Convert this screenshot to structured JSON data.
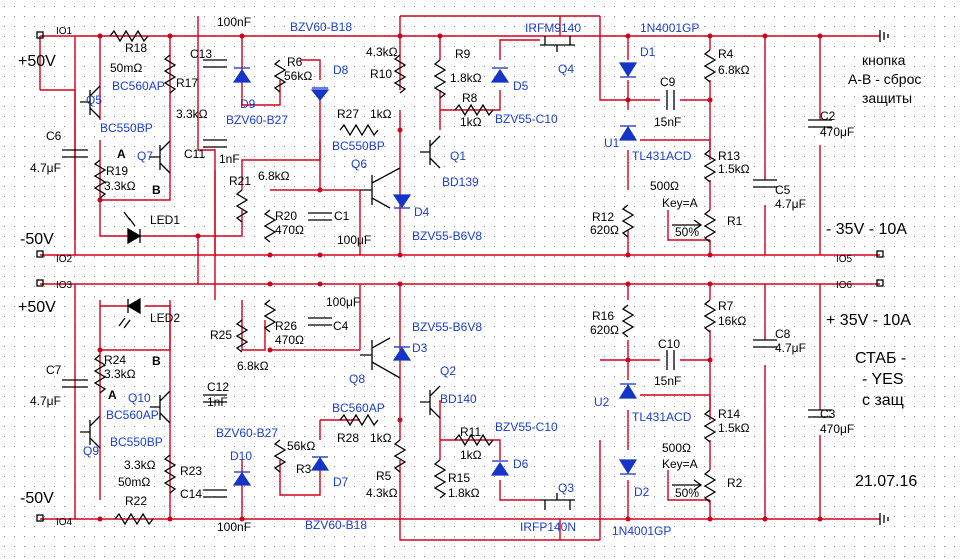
{
  "rails": {
    "pos_in": "+50V",
    "neg_in": "-50V",
    "pos_in_b": "+50V",
    "neg_in_b": "-50V",
    "io1": "IO1",
    "io2": "IO2",
    "io3": "IO3",
    "io4": "IO4",
    "io5": "IO5",
    "io6": "IO6"
  },
  "notes": {
    "button_1": "кнопка",
    "button_2": "A-B - сброс",
    "button_3": "защиты",
    "out_neg": "- 35V - 10A",
    "out_pos": "+ 35V - 10A",
    "stab_1": "СТАБ -",
    "stab_2": "- YES",
    "stab_3": "с защ",
    "date": "21.07.16"
  },
  "top": {
    "r18": "R18",
    "r18_val": "50mΩ",
    "q5": "Q5",
    "q5_type": "BC560AP",
    "r17": "R17",
    "r17_val": "3.3kΩ",
    "c13": "C13",
    "c13_val": "100nF",
    "q7": "Q7",
    "q7_type": "BC550BP",
    "c11": "C11",
    "c11_val": "1nF",
    "c6": "C6",
    "c6_val": "4.7μF",
    "r19": "R19",
    "r19_val": "3.3kΩ",
    "a": "A",
    "b": "B",
    "led1": "LED1",
    "d9": "D9",
    "d9_type": "BZV60-B27",
    "r6": "R6",
    "r6_val": "56kΩ",
    "d8": "D8",
    "d8_type": "BZV60-B18",
    "r27": "R27",
    "r27_val": "1kΩ",
    "q6": "Q6",
    "q6_type": "BC550BP",
    "r21": "R21",
    "r21_val": "6.8kΩ",
    "r20": "R20",
    "r20_val": "470Ω",
    "c1": "C1",
    "c1_val": "100μF",
    "r10": "R10",
    "r10_val": "4.3kΩ",
    "d4": "D4",
    "d4_type": "BZV55-B6V8",
    "r9": "R9",
    "r9_val": "1.8kΩ",
    "r8": "R8",
    "r8_val": "1kΩ",
    "d5": "D5",
    "d5_type": "BZV55-C10",
    "q1": "Q1",
    "q1_type": "BD139",
    "q4": "Q4",
    "q4_type": "IRFM9140",
    "d1": "D1",
    "d1_type": "1N4001GP",
    "c9": "C9",
    "c9_val": "15nF",
    "u1": "U1",
    "u1_type": "TL431ACD",
    "r12": "R12",
    "r12_val": "620Ω",
    "r4": "R4",
    "r4_val": "6.8kΩ",
    "r13": "R13",
    "r13_val": "1.5kΩ",
    "r1": "R1",
    "r1_val": "500Ω",
    "r1_key": "Key=A",
    "r1_pct": "50%",
    "c5": "C5",
    "c5_val": "4.7μF",
    "c2": "C2",
    "c2_val": "470μF"
  },
  "bottom": {
    "led2": "LED2",
    "r24": "R24",
    "r24_val": "3.3kΩ",
    "b": "B",
    "a": "A",
    "c7": "C7",
    "c7_val": "4.7μF",
    "q10": "Q10",
    "q10_type": "BC560AP",
    "q9": "Q9",
    "q9_type": "BC550BP",
    "c12": "C12",
    "c12_val": "1nF",
    "r23": "R23",
    "r23_val": "3.3kΩ",
    "r22": "R22",
    "r22_val": "50mΩ",
    "c14": "C14",
    "c14_val": "100nF",
    "r25": "R25",
    "r25_val": "6.8kΩ",
    "r26": "R26",
    "r26_val": "470Ω",
    "c4": "C4",
    "c4_val": "100μF",
    "d10": "D10",
    "d10_type": "BZV60-B27",
    "r3": "R3",
    "r3_val": "56kΩ",
    "d7": "D7",
    "d7_type": "BZV60-B18",
    "q8": "Q8",
    "q8_type": "BC560AP",
    "r28": "R28",
    "r28_val": "1kΩ",
    "d3": "D3",
    "d3_type": "BZV55-B6V8",
    "r5": "R5",
    "r5_val": "4.3kΩ",
    "q2": "Q2",
    "q2_type": "BD140",
    "r11": "R11",
    "r11_val": "1kΩ",
    "d6": "D6",
    "d6_type": "BZV55-C10",
    "r15": "R15",
    "r15_val": "1.8kΩ",
    "q3": "Q3",
    "q3_type": "IRFP140N",
    "r16": "R16",
    "r16_val": "620Ω",
    "c10": "C10",
    "c10_val": "15nF",
    "u2": "U2",
    "u2_type": "TL431ACD",
    "d2": "D2",
    "d2_type": "1N4001GP",
    "r7": "R7",
    "r7_val": "16kΩ",
    "r14": "R14",
    "r14_val": "1.5kΩ",
    "r2": "R2",
    "r2_val": "500Ω",
    "r2_key": "Key=A",
    "r2_pct": "50%",
    "c8": "C8",
    "c8_val": "4.7μF",
    "c3": "C3",
    "c3_val": "470μF"
  }
}
